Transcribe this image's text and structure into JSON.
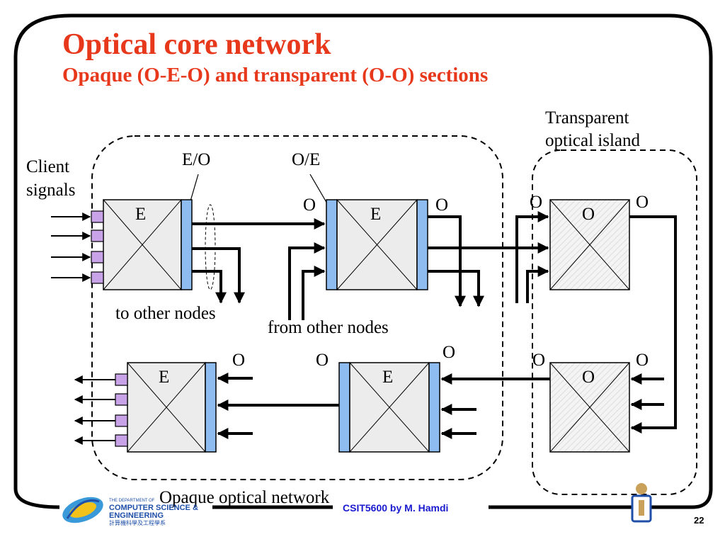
{
  "slide": {
    "title": "Optical core network",
    "subtitle": "Opaque (O-E-O) and transparent (O-O) sections",
    "page_number": "22",
    "footer_text": "CSIT5600 by M. Hamdi",
    "dept_line1": "THE DEPARTMENT OF",
    "dept_line2": "COMPUTER SCIENCE &",
    "dept_line3": "ENGINEERING",
    "dept_line4": "計算機科學及工程學系"
  },
  "labels": {
    "client_line1": "Client",
    "client_line2": "signals",
    "eo": "E/O",
    "oe": "O/E",
    "transparent_line1": "Transparent",
    "transparent_line2": "optical island",
    "to_other_nodes": "to other nodes",
    "from_other_nodes": "from other nodes",
    "opaque_network": "Opaque optical network"
  },
  "nodes": {
    "top_left": "E",
    "top_mid": "E",
    "top_right": "O",
    "bottom_left": "E",
    "bottom_mid": "E",
    "bottom_right": "O"
  },
  "port_labels": {
    "top_mid_in": "O",
    "top_mid_out": "O",
    "top_right_in": "O",
    "top_right_out": "O",
    "bottom_left_out": "O",
    "bottom_mid_in": "O",
    "bottom_mid_out": "O",
    "bottom_right_in": "O",
    "bottom_right_out": "O"
  },
  "colors": {
    "title": "#e8381c",
    "transceiver_bar": "#8fbcf0",
    "client_port": "#c9a3e8",
    "node_fill": "#ececec",
    "footer_text": "#1a1ad0"
  }
}
